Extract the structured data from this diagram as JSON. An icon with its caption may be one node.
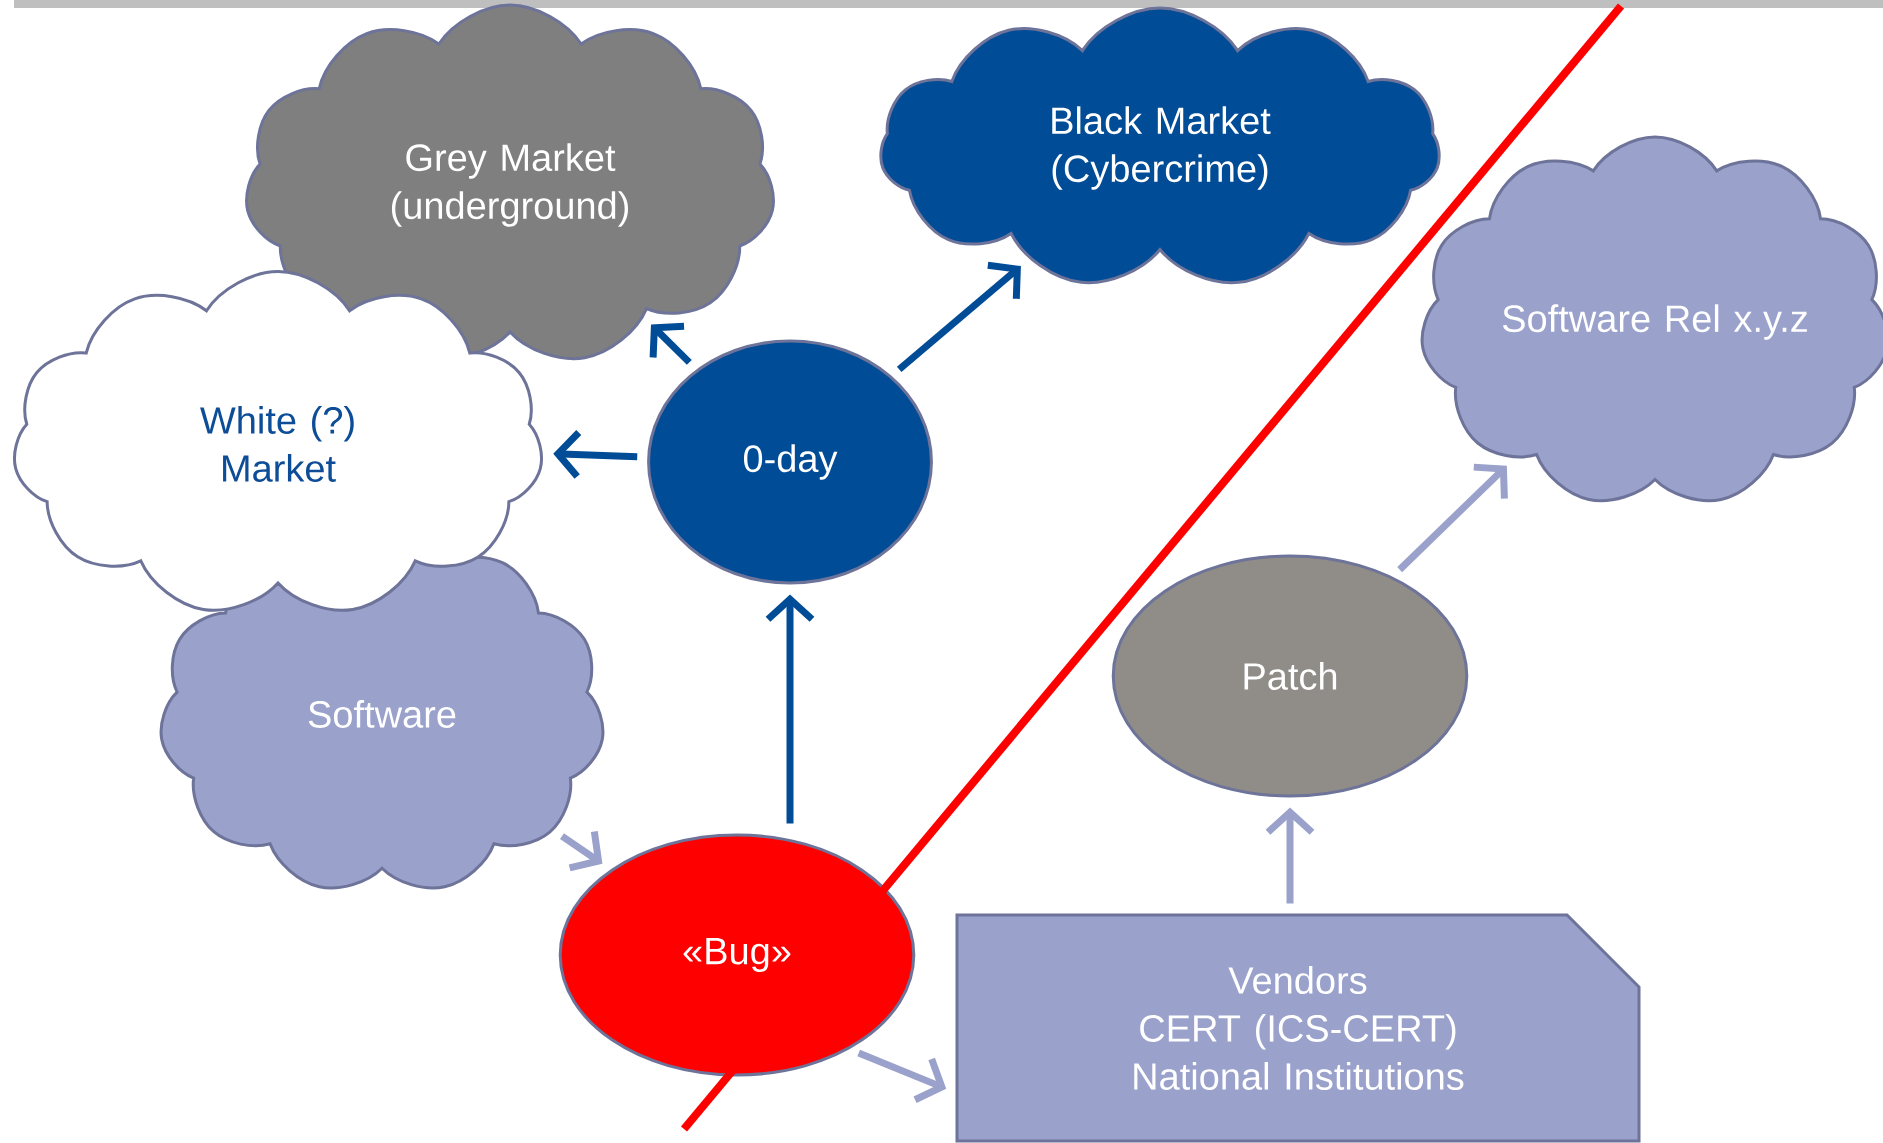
{
  "diagram": {
    "nodes": [
      {
        "text": [
          "Grey Market (underground)"
        ]
      },
      {
        "text": [
          "Black Market (Cybercrime)"
        ]
      },
      {
        "text": [
          "White (?) Market"
        ]
      },
      {
        "text": [
          "Software Rel x.y.z"
        ]
      },
      {
        "text": [
          "0-day"
        ]
      },
      {
        "text": [
          "Software"
        ]
      },
      {
        "text": [
          "Patch"
        ]
      },
      {
        "text": [
          "«Bug»"
        ]
      },
      {
        "text": [
          "Vendors",
          "CERT (ICS-CERT)",
          "National Institutions"
        ]
      }
    ],
    "edges": [
      {
        "from": 4,
        "to": 0,
        "arrow": "to",
        "color": "#004c97"
      },
      {
        "from": 4,
        "to": 2,
        "arrow": "to",
        "color": "#004c97"
      },
      {
        "from": 4,
        "to": 1,
        "arrow": "to",
        "color": "#004c97"
      },
      {
        "from": 7,
        "to": 4,
        "arrow": "to",
        "color": "#004c97"
      },
      {
        "from": 5,
        "to": 7,
        "arrow": "to",
        "color": "#9aa2cc"
      },
      {
        "from": 7,
        "to": 8,
        "arrow": "to",
        "color": "#9aa2cc"
      },
      {
        "from": 8,
        "to": 6,
        "arrow": "to",
        "color": "#9aa2cc"
      },
      {
        "from": 6,
        "to": 3,
        "arrow": "to",
        "color": "#9aa2cc"
      }
    ]
  }
}
